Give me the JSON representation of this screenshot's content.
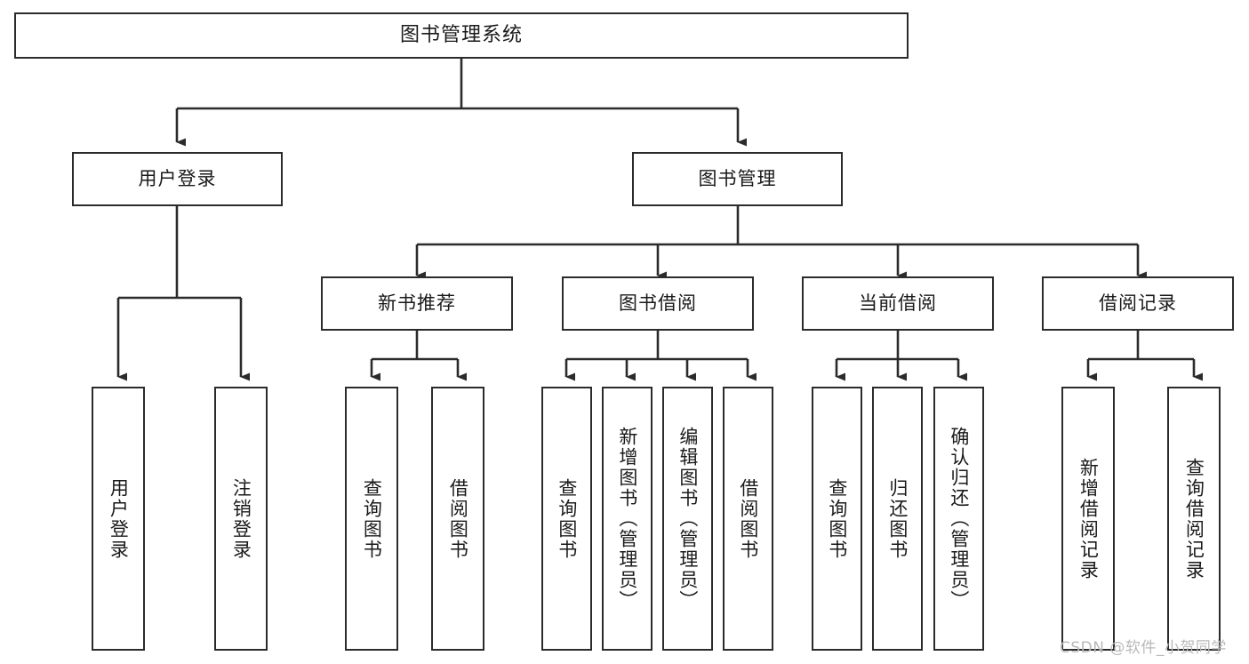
{
  "diagram": {
    "title": "图书管理系统",
    "watermark": "CSDN @软件_小贺同学",
    "colors": {
      "box_border": "#2b2b2b",
      "box_fill": "#ffffff",
      "connector": "#2b2b2b",
      "text": "#1a1a1a",
      "watermark": "#b9b9b9",
      "background": "#ffffff"
    },
    "root": {
      "label": "图书管理系统"
    },
    "level2": [
      {
        "label": "用户登录"
      },
      {
        "label": "图书管理"
      }
    ],
    "level3": [
      {
        "label": "新书推荐"
      },
      {
        "label": "图书借阅"
      },
      {
        "label": "当前借阅"
      },
      {
        "label": "借阅记录"
      }
    ],
    "leaves": {
      "user_login": [
        {
          "label": "用户登录"
        },
        {
          "label": "注销登录"
        }
      ],
      "new_book_recommend": [
        {
          "label": "查询图书"
        },
        {
          "label": "借阅图书"
        }
      ],
      "book_borrow": [
        {
          "label": "查询图书"
        },
        {
          "label": "新增图书（管理员）"
        },
        {
          "label": "编辑图书（管理员）"
        },
        {
          "label": "借阅图书"
        }
      ],
      "current_borrow": [
        {
          "label": "查询图书"
        },
        {
          "label": "归还图书"
        },
        {
          "label": "确认归还（管理员）"
        }
      ],
      "borrow_records": [
        {
          "label": "新增借阅记录"
        },
        {
          "label": "查询借阅记录"
        }
      ]
    }
  }
}
